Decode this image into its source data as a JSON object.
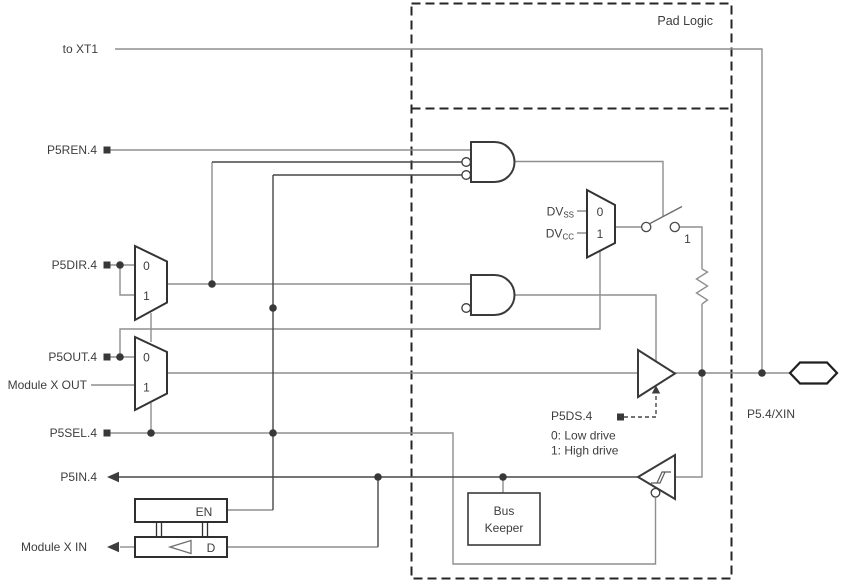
{
  "diagram": {
    "pad_logic_label": "Pad Logic",
    "pad_name": "P5.4/XIN",
    "left_labels": {
      "to_xt1": "to XT1",
      "p5ren": "P5REN.4",
      "p5dir": "P5DIR.4",
      "p5out": "P5OUT.4",
      "module_x_out": "Module X OUT",
      "p5sel": "P5SEL.4",
      "p5in": "P5IN.4",
      "module_x_in": "Module X IN"
    },
    "mux": {
      "zero": "0",
      "one": "1"
    },
    "supply": {
      "dv": "DV",
      "ss": "SS",
      "cc": "CC"
    },
    "switch_closed_label": "1",
    "drive_strength": {
      "signal": "P5DS.4",
      "option0": "0: Low drive",
      "option1": "1: High drive"
    },
    "bus_keeper": {
      "line1": "Bus",
      "line2": "Keeper"
    },
    "input_latch": {
      "enable": "EN",
      "data": "D"
    },
    "colors": {
      "wire": "#8f8f8f",
      "wire_dark": "#474747",
      "outline": "#3a3a3a",
      "text": "#3d3d3d",
      "dashed_border": "#262626"
    }
  }
}
